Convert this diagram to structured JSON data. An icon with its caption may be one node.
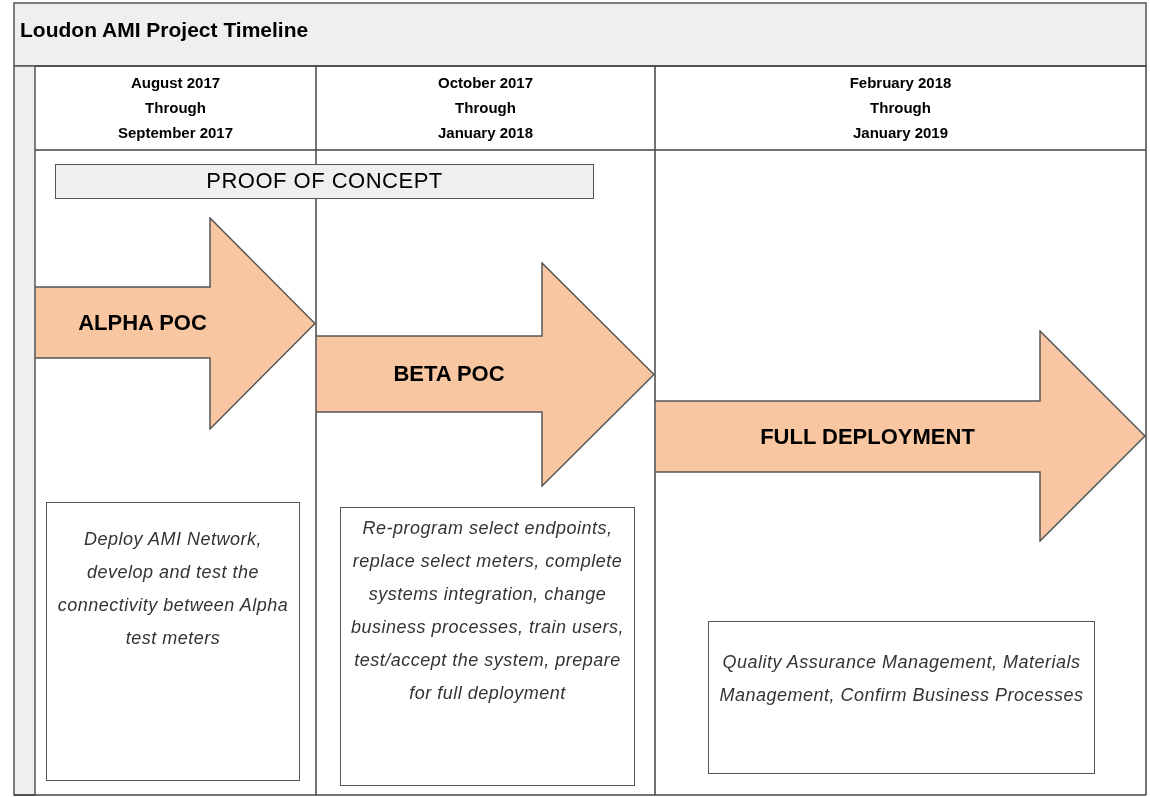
{
  "diagram": {
    "title": "Loudon AMI Project Timeline",
    "nodes": [
      {
        "text": [
          "PROOF OF CONCEPT"
        ]
      },
      {
        "text": [
          "ALPHA POC"
        ]
      },
      {
        "text": [
          "BETA POC"
        ]
      },
      {
        "text": [
          "FULL DEPLOYMENT"
        ]
      },
      {
        "text": [
          "Deploy AMI Network, develop and test the connectivity between Alpha test meters"
        ]
      },
      {
        "text": [
          "Re-program select endpoints, replace select meters, complete systems integration, change business processes, train users, test/accept the system, prepare for full deployment"
        ]
      },
      {
        "text": [
          "Quality Assurance Management, Materials Management, Confirm Business Processes"
        ]
      }
    ],
    "labels": [
      "August 2017 Through September 2017",
      "October 2017 Through January 2018",
      "February 2018 Through January 2019"
    ]
  }
}
